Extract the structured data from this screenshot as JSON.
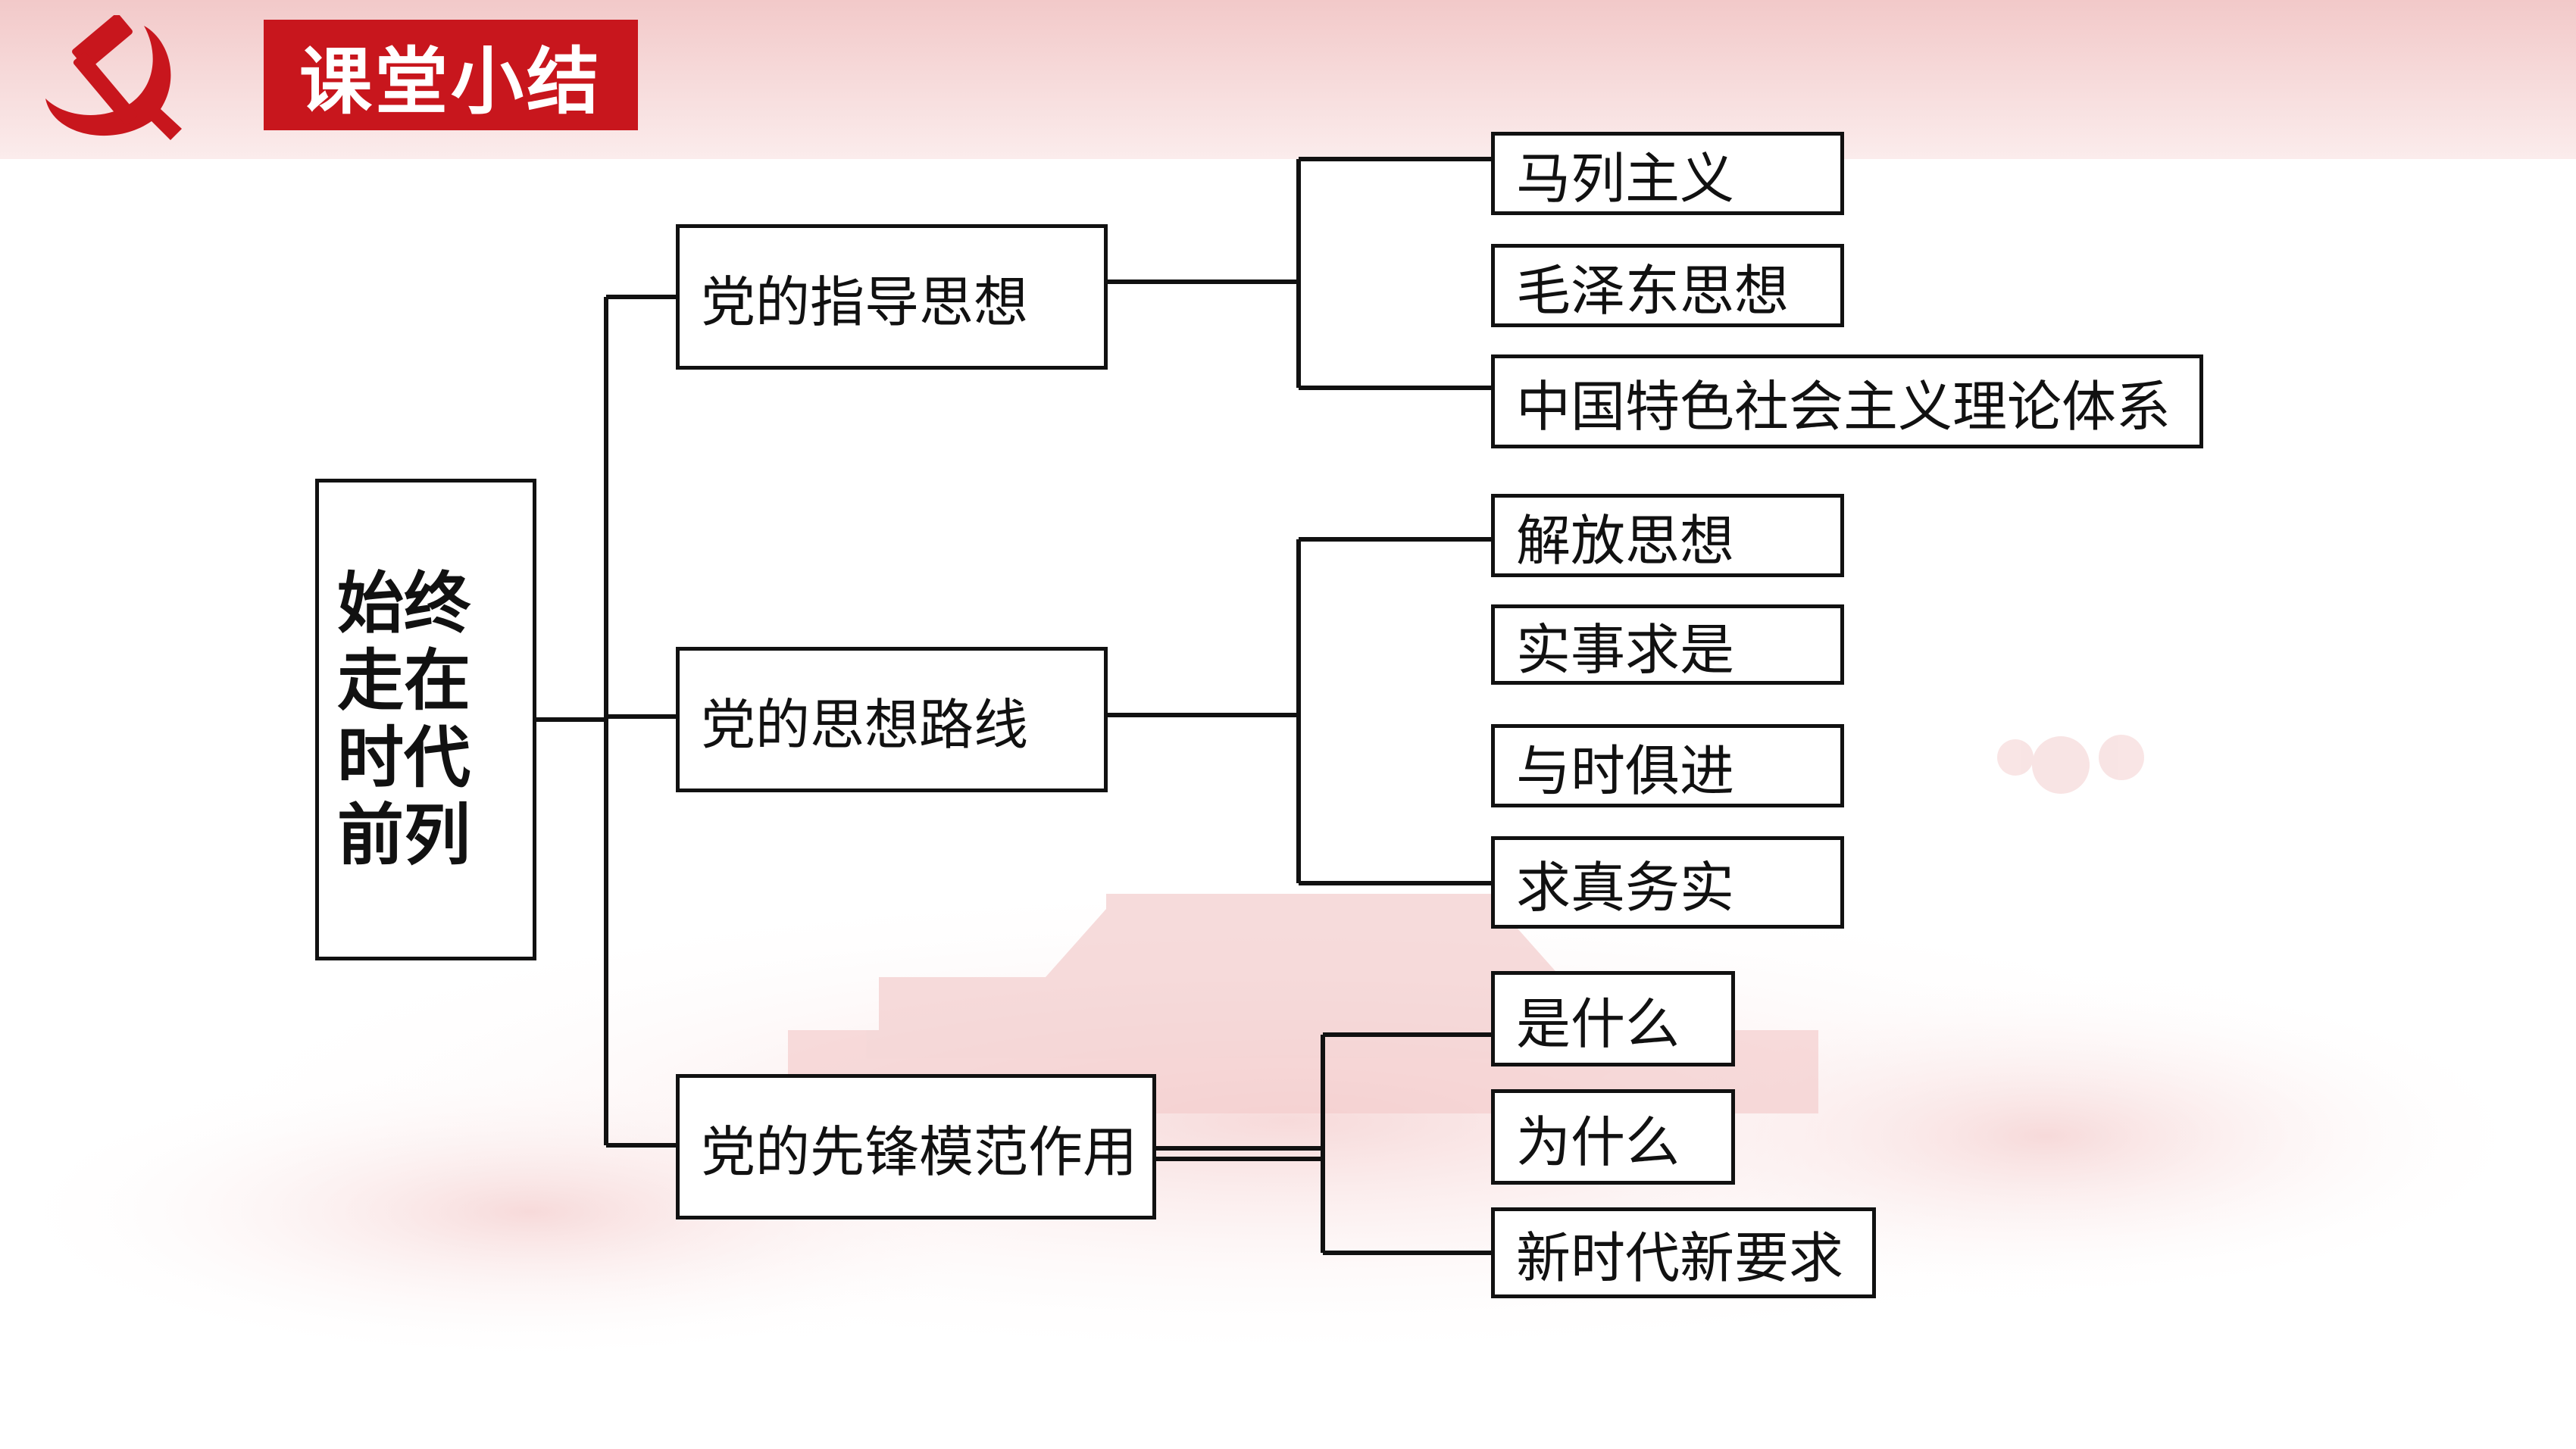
{
  "title": "课堂小结",
  "root": "始终走在时代前列",
  "branches": [
    {
      "label": "党的指导思想",
      "children": [
        "马列主义",
        "毛泽东思想",
        "中国特色社会主义理论体系"
      ]
    },
    {
      "label": "党的思想路线",
      "children": [
        "解放思想",
        "实事求是",
        "与时俱进",
        "求真务实"
      ]
    },
    {
      "label": "党的先锋模范作用",
      "children": [
        "是什么",
        "为什么",
        "新时代新要求"
      ]
    }
  ],
  "colors": {
    "accent": "#c8161d",
    "line": "#111111"
  },
  "icons": {
    "emblem": "hammer-sickle-icon"
  }
}
